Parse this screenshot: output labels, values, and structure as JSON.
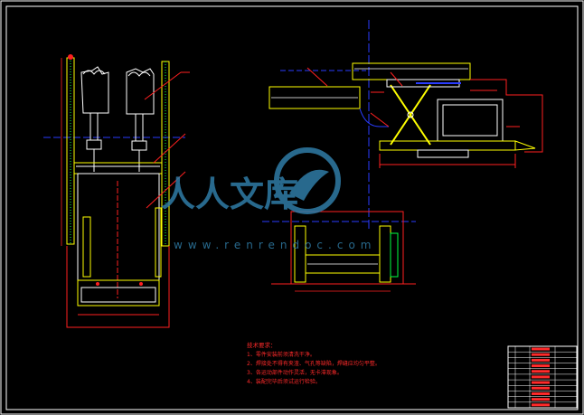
{
  "drawing": {
    "watermark": {
      "chars": "人人文库",
      "url": "www.renrendoc.com",
      "color": "#2f7ca6"
    },
    "notes": {
      "title": "技术要求：",
      "lines": [
        "1、零件安装前须清洗干净。",
        "2、焊接处不得有夹渣、气孔等缺陷，焊缝应均匀平整。",
        "3、各运动部件动作灵活，无卡滞现象。",
        "4、装配完毕后须试运行检验。"
      ],
      "color": "#ff2a2a"
    },
    "title_block": {
      "border_color": "#ffffff",
      "fill_color": "#ff2a2a"
    },
    "colors": {
      "frame": "#ffffff",
      "structure": "#ffff00",
      "dimension": "#ff2020",
      "axis": "#2a3cff",
      "leader": "#00e5ff",
      "accent": "#00ff40"
    }
  }
}
